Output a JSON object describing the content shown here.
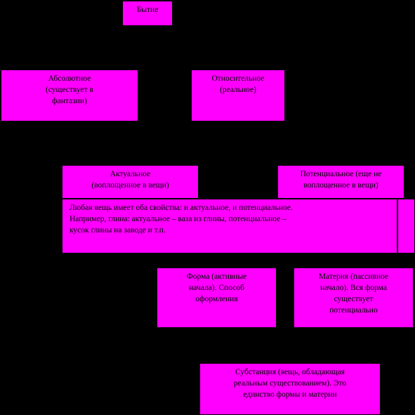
{
  "colors": {
    "background": "#000000",
    "box_fill": "#ff00ff",
    "text": "#000000",
    "line": "#000000"
  },
  "nodes": {
    "being": "Бытие",
    "absolute": "Абсолютное\n(существует в\nфантазии)",
    "relative": "Относительное\n(реальное)",
    "actual": "Актуальное\n(воплощенное в вещи)",
    "potential": "Потенциальное (еще не\nвоплощенное в вещи)",
    "note": "Любая вещь имеет оба свойства: и актуальное, и потенциальное.\nНапример, глина: актуальное – ваза из глины, потенциальное –\nкусок глины на заводе и т.п.",
    "form": "Форма (активные\nначала). Способ\nоформления",
    "matter": "Материя (пассивное\nначало). Вся форма\nсуществует\nпотенциально",
    "substance": "Субстанция (вещь, обладающая\nреальным существованием). Это\nединство формы и материи"
  }
}
